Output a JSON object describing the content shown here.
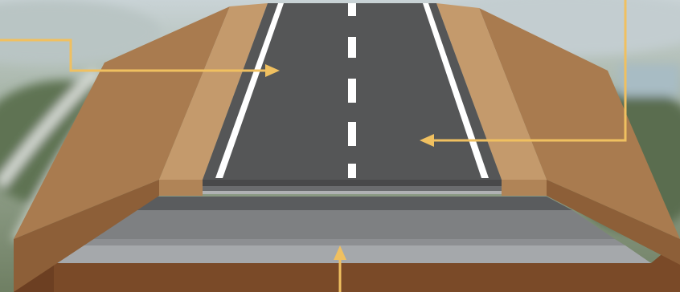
{
  "diagram": {
    "subject": "road-cross-section",
    "callouts": [
      {
        "id": "upper-left-callout",
        "target": "road-surface",
        "label": ""
      },
      {
        "id": "right-callout",
        "target": "road-surface",
        "label": ""
      },
      {
        "id": "bottom-callout",
        "target": "road-base-layers",
        "label": ""
      }
    ],
    "colors": {
      "asphalt": "#555657",
      "lane_marking": "#ffffff",
      "shoulder": "#c49a6c",
      "embankment": "#a97b4f",
      "soil": "#7a4a28",
      "base_gray": "#7e8082",
      "callout_line": "#f0c060"
    }
  }
}
